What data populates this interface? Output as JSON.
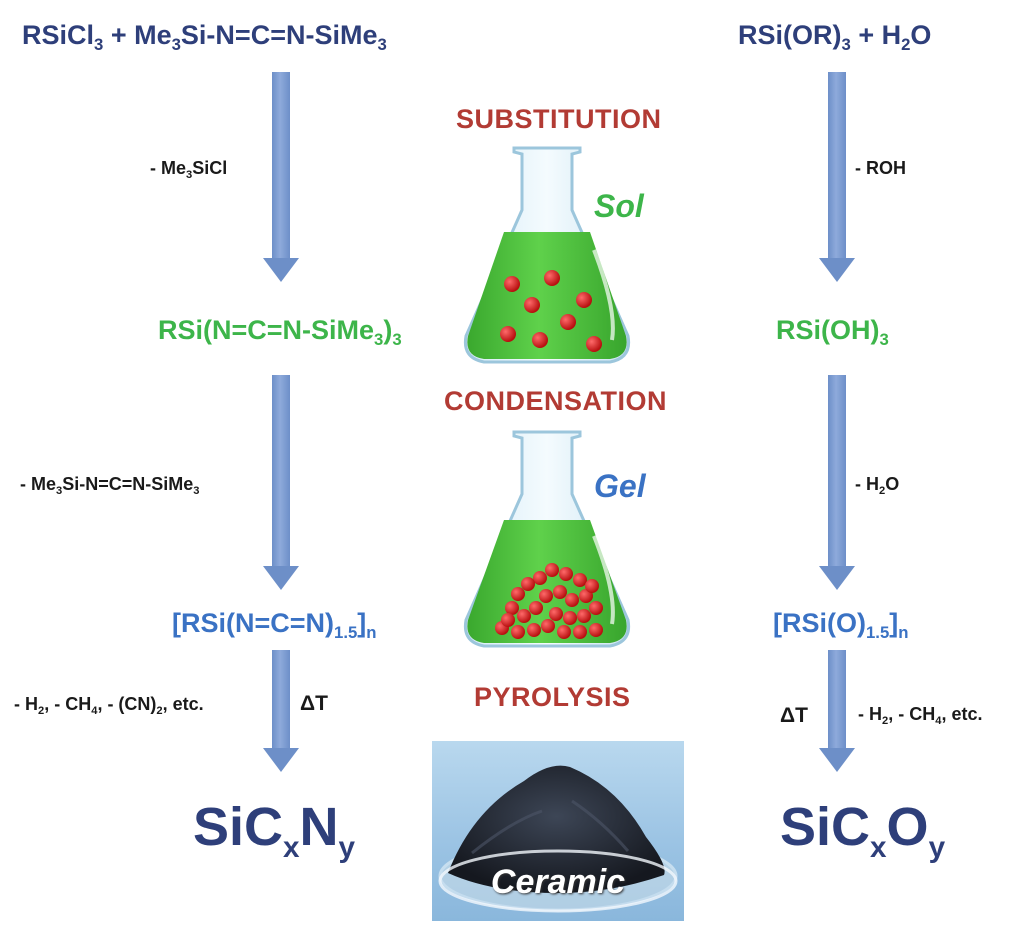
{
  "left": {
    "start_a": "RSiCl",
    "start_a_sub": "3",
    "start_b_pre": " + Me",
    "start_b_sub1": "3",
    "start_b_mid": "Si-N=C=N-SiMe",
    "start_b_sub2": "3",
    "byproduct1_pre": "- Me",
    "byproduct1_sub": "3",
    "byproduct1_post": "SiCl",
    "intermediate_pre": "RSi(N=C=N-SiMe",
    "intermediate_sub1": "3",
    "intermediate_post": ")",
    "intermediate_sub2": "3",
    "byproduct2_pre": "- Me",
    "byproduct2_sub1": "3",
    "byproduct2_mid": "Si-N=C=N-SiMe",
    "byproduct2_sub2": "3",
    "polymer_pre": "[RSi(N=C=N)",
    "polymer_sub1": "1.5",
    "polymer_post": "]",
    "polymer_sub2": "n",
    "byproduct3_a": "- H",
    "byproduct3_a_sub": "2",
    "byproduct3_b": ", - CH",
    "byproduct3_b_sub": "4",
    "byproduct3_c": ", - (CN)",
    "byproduct3_c_sub": "2",
    "byproduct3_d": ", etc.",
    "heat": "ΔT",
    "product_a": "SiC",
    "product_a_sub": "x",
    "product_b": "N",
    "product_b_sub": "y"
  },
  "right": {
    "start_pre": "RSi(OR)",
    "start_sub": "3",
    "start_b_pre": " + H",
    "start_b_sub": "2",
    "start_b_post": "O",
    "byproduct1": "- ROH",
    "intermediate_pre": "RSi(OH)",
    "intermediate_sub": "3",
    "byproduct2_pre": "- H",
    "byproduct2_sub": "2",
    "byproduct2_post": "O",
    "polymer_pre": "[RSi(O)",
    "polymer_sub1": "1.5",
    "polymer_post": "]",
    "polymer_sub2": "n",
    "heat": "ΔT",
    "byproduct3_a": "- H",
    "byproduct3_a_sub": "2",
    "byproduct3_b": ", - CH",
    "byproduct3_b_sub": "4",
    "byproduct3_c": ", etc.",
    "product_a": "SiC",
    "product_a_sub": "x",
    "product_b": "O",
    "product_b_sub": "y"
  },
  "center": {
    "step1": "SUBSTITUTION",
    "flask1_label": "Sol",
    "step2": "CONDENSATION",
    "flask2_label": "Gel",
    "step3": "PYROLYSIS",
    "photo_label": "Ceramic"
  },
  "colors": {
    "reactant": "#2e3f7a",
    "intermediate": "#3db54a",
    "polymer": "#3a72c4",
    "step": "#b23b34",
    "arrow": "#6d8fc8",
    "sol_liquid": "#4cbf3c",
    "particle": "#d81b1b"
  }
}
